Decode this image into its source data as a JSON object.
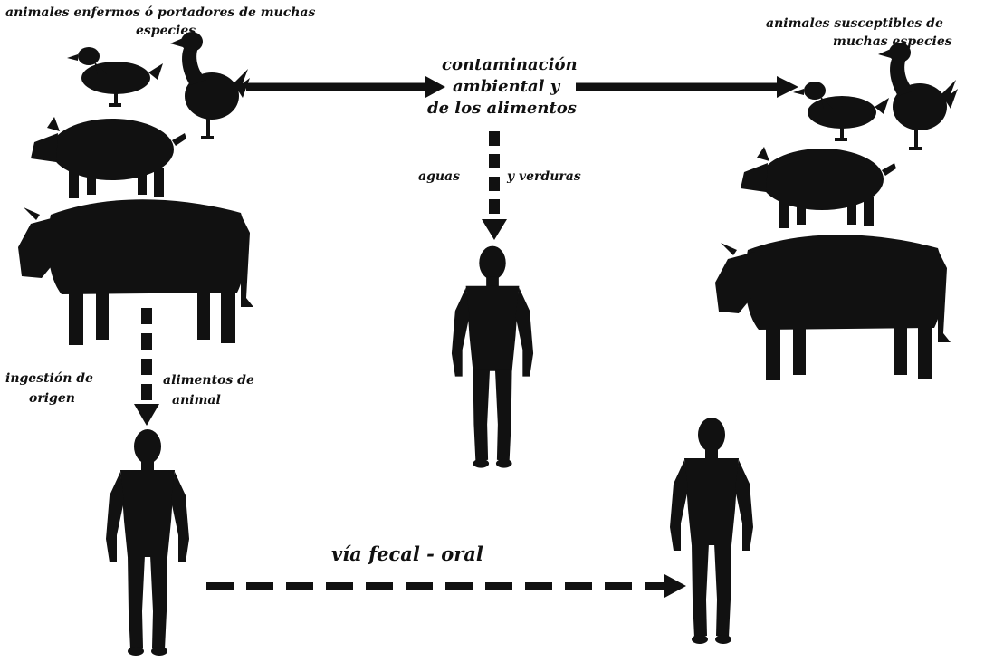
{
  "colors": {
    "ink": "#111111",
    "background": "#ffffff"
  },
  "labels": {
    "source_animals_line1": "animales enfermos ó portadores de muchas",
    "source_animals_line2": "especies",
    "contamination_line1": "contaminación",
    "contamination_line2": "ambiental y",
    "contamination_line3": "de los alimentos",
    "water_vegetables_left": "aguas",
    "water_vegetables_right": "y verduras",
    "susceptible_line1": "animales susceptibles de",
    "susceptible_line2": "muchas especies",
    "ingestion_left_line1": "ingestión de",
    "ingestion_left_line2": "origen",
    "ingestion_right_line1": "alimentos de",
    "ingestion_right_line2": "animal",
    "fecal_oral": "vía fecal - oral"
  },
  "icons": {
    "source_group": [
      "duck-icon",
      "goose-icon",
      "pig-icon",
      "cow-icon"
    ],
    "susceptible_group": [
      "duck-icon",
      "goose-icon",
      "pig-icon",
      "cow-icon"
    ],
    "humans": [
      "human-figure-icon",
      "human-figure-icon",
      "human-figure-icon"
    ]
  }
}
